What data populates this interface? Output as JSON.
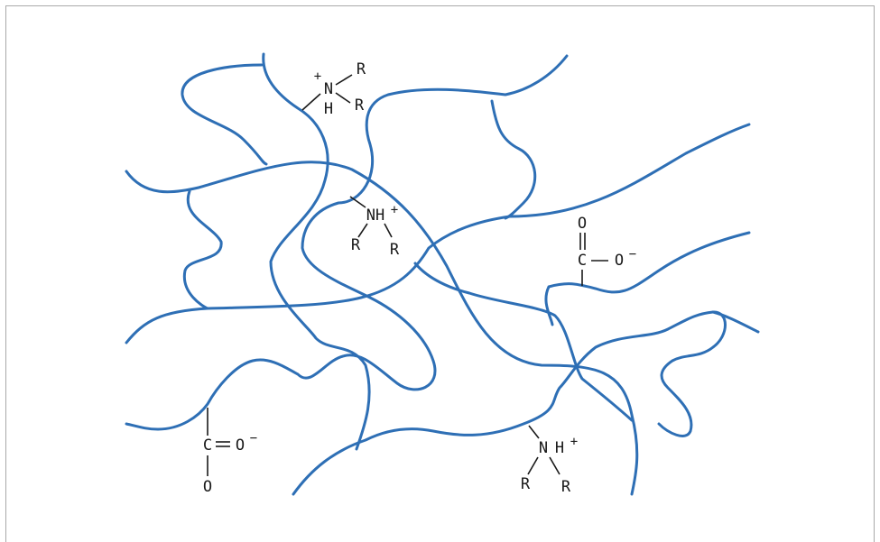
{
  "colors": {
    "chain": "#2e6fb5",
    "text": "#1a1a1a",
    "frame": "#a9a9a9"
  },
  "groups": {
    "ammonium_top": {
      "n": "N",
      "h": "H",
      "charge": "+",
      "r1": "R",
      "r2": "R"
    },
    "ammonium_center": {
      "nh": "NH",
      "charge": "+",
      "r1": "R",
      "r2": "R"
    },
    "carboxylate_right": {
      "o_double": "O",
      "c": "C",
      "o_single": "O",
      "charge": "−"
    },
    "carboxylate_bottom": {
      "c": "C",
      "o_single": "O",
      "charge": "−",
      "o_double": "O"
    },
    "ammonium_bottom": {
      "n": "N",
      "h": "H",
      "charge": "+",
      "r1": "R",
      "r2": "R"
    }
  }
}
